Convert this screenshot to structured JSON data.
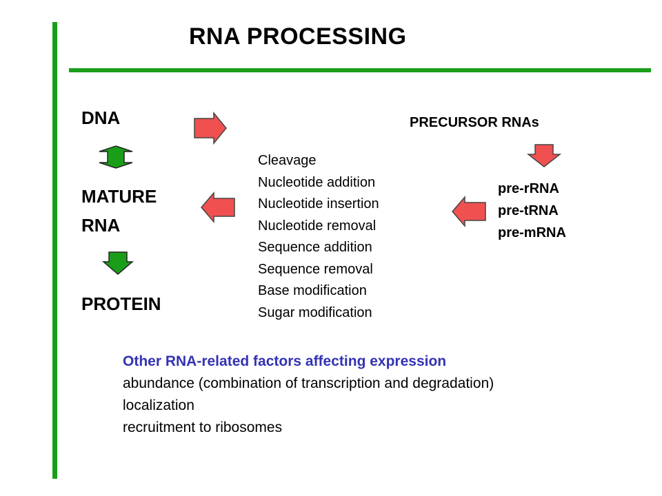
{
  "title": "RNA PROCESSING",
  "nodes": {
    "dna": "DNA",
    "mature_rna": [
      "MATURE",
      "RNA"
    ],
    "protein": "PROTEIN",
    "precursor": "PRECURSOR RNAs"
  },
  "processing_steps": [
    "Cleavage",
    "Nucleotide addition",
    "Nucleotide insertion",
    "Nucleotide removal",
    "Sequence addition",
    "Sequence removal",
    "Base modification",
    "Sugar modification"
  ],
  "precursor_types": [
    "pre-rRNA",
    "pre-tRNA",
    "pre-mRNA"
  ],
  "other_factors": {
    "heading": "Other RNA-related factors affecting expression",
    "items": [
      "abundance (combination of transcription and degradation)",
      "localization",
      "recruitment to ribosomes"
    ]
  },
  "colors": {
    "rule": "#1a9e1a",
    "red_arrow": "#f05050",
    "green_arrow": "#1a9e1a",
    "heading_blue": "#3333b3"
  }
}
